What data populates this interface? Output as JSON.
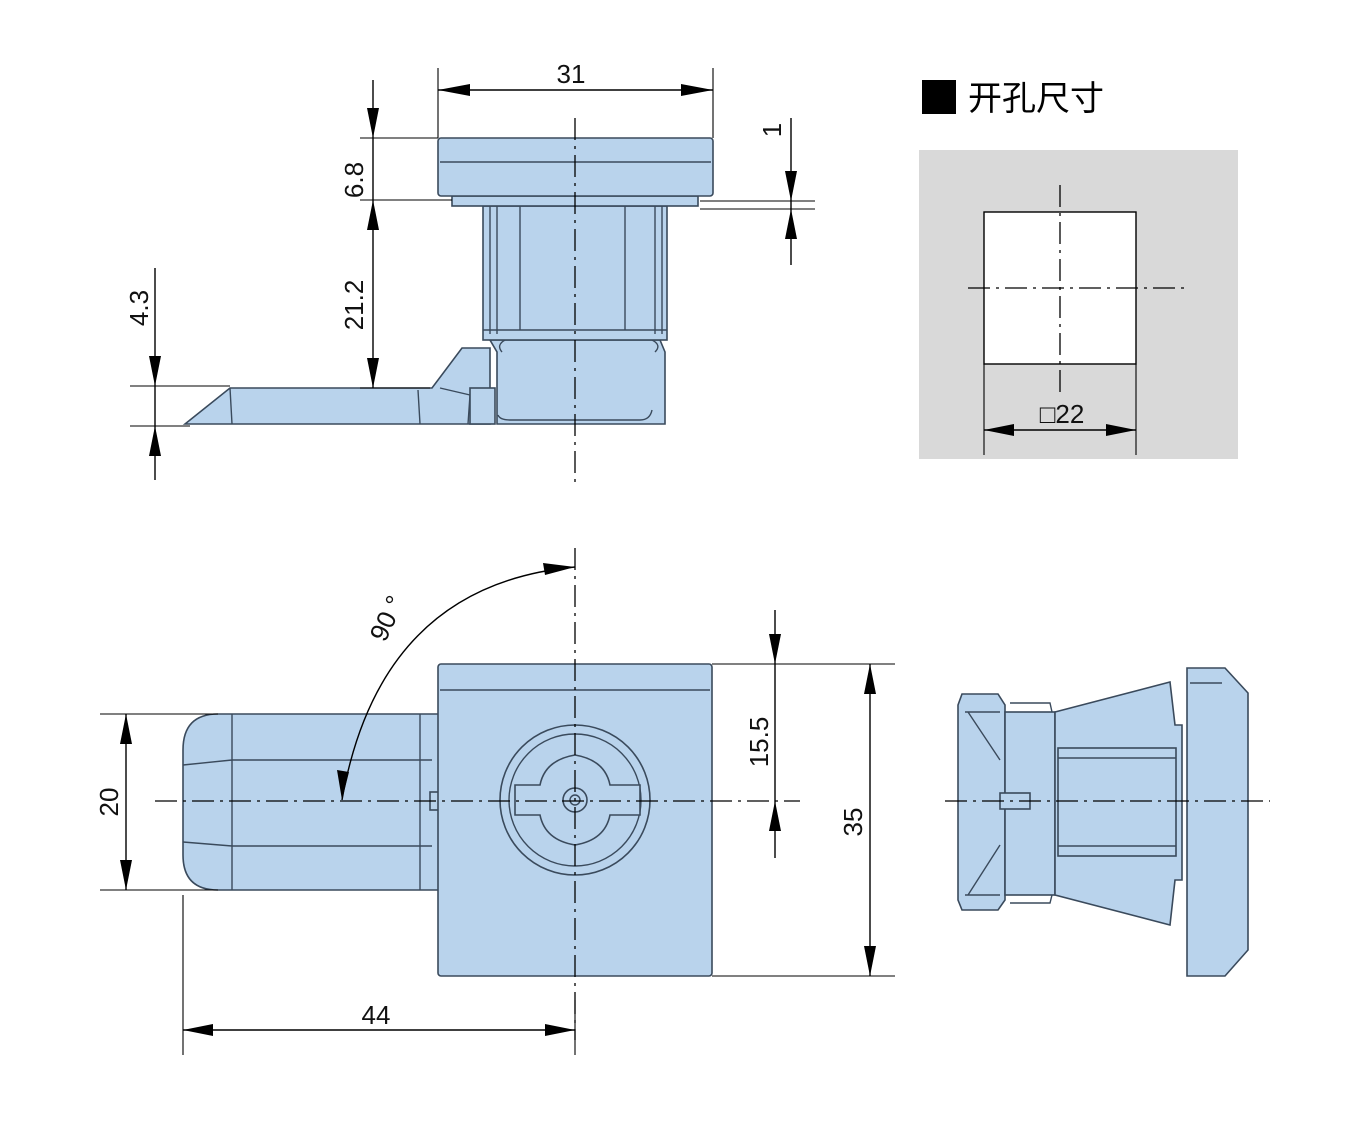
{
  "legend": {
    "title": "开孔尺寸"
  },
  "cutout": {
    "size_label": "□22"
  },
  "dimensions": {
    "top_width": "31",
    "top_flange_height": "6.8",
    "top_gap": "1",
    "top_body_height": "21.2",
    "top_cam_thickness": "4.3",
    "front_angle": "90 °",
    "front_cam_width": "20",
    "front_offset": "15.5",
    "front_height": "35",
    "front_length": "44"
  },
  "colors": {
    "part_fill": "#b9d3ec",
    "cutout_panel": "#d9d9d9"
  }
}
